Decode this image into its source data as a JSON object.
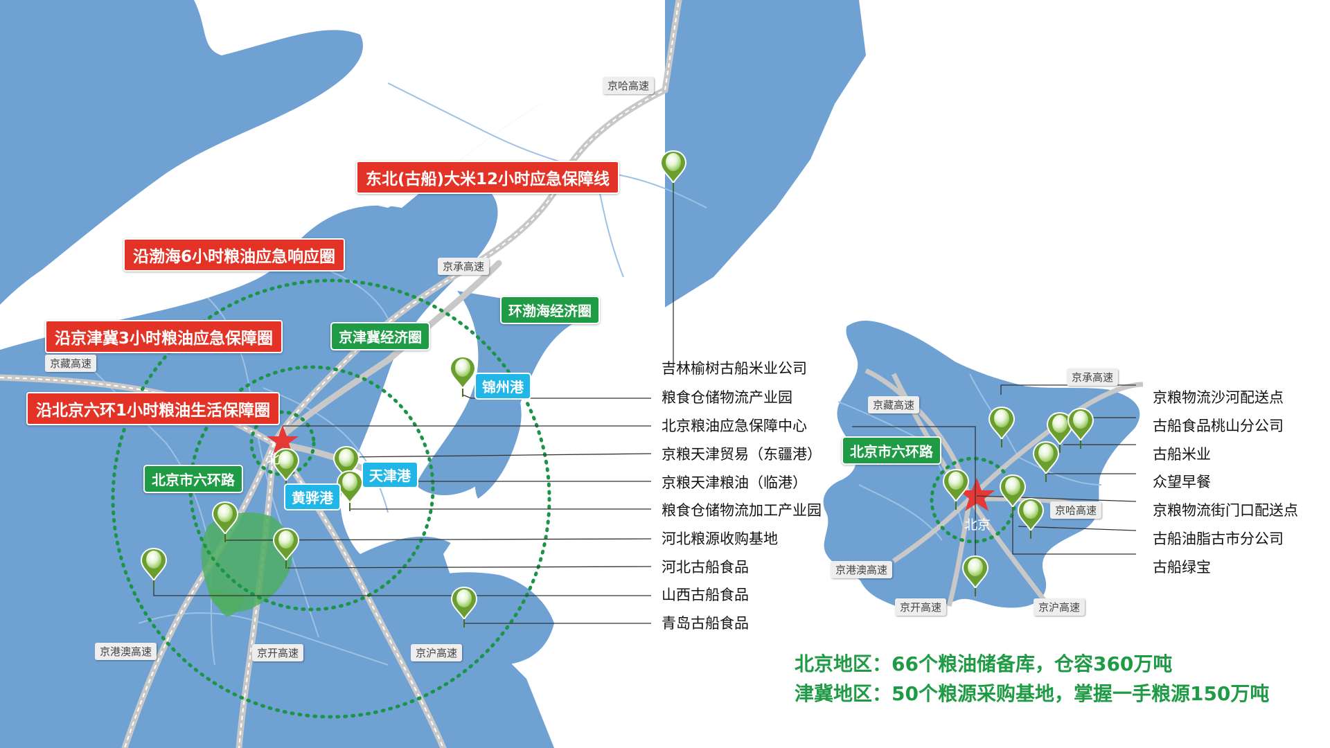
{
  "zones": {
    "northeast_line": "东北(古船)大米12小时应急保障线",
    "bohai_6h": "沿渤海6小时粮油应急响应圈",
    "jjj_3h": "沿京津冀3小时粮油应急保障圈",
    "beijing_1h": "沿北京六环1小时粮油生活保障圈"
  },
  "economic_circles": {
    "bohai": "环渤海经济圈",
    "jingjinji": "京津冀经济圈",
    "ring_road_main": "北京市六环路",
    "ring_road_inset": "北京市六环路"
  },
  "ports": {
    "jinzhou": "锦州港",
    "tianjin": "天津港",
    "huanghua": "黄骅港"
  },
  "cities": {
    "beijing_main": "北",
    "beijing_inset": "北京"
  },
  "highways": {
    "jingha": "京哈高速",
    "jingcheng": "京承高速",
    "jingzang": "京藏高速",
    "jinggangao": "京港澳高速",
    "jingkai": "京开高速",
    "jinghu": "京沪高速",
    "inset_jingcheng": "京承高速",
    "inset_jingzang": "京藏高速",
    "inset_jingha": "京哈高速",
    "inset_jinggangao": "京港澳高速",
    "inset_jingkai": "京开高速",
    "inset_jinghu": "京沪高速"
  },
  "facilities": [
    "吉林榆树古船米业公司",
    "粮食仓储物流产业园",
    "北京粮油应急保障中心",
    "京粮天津贸易（东疆港）",
    "京粮天津粮油（临港）",
    "粮食仓储物流加工产业园",
    "河北粮源收购基地",
    "河北古船食品",
    "山西古船食品",
    "青岛古船食品"
  ],
  "inset_facilities": [
    "京粮物流沙河配送点",
    "古船食品桃山分公司",
    "古船米业",
    "众望早餐",
    "京粮物流街门口配送点",
    "古船油脂古市分公司",
    "古船绿宝"
  ],
  "summary": {
    "beijing": "北京地区：66个粮油储备库，仓容360万吨",
    "jinji": "津冀地区：50个粮源采购基地，掌握一手粮源150万吨"
  },
  "colors": {
    "land": "#6fa1d3",
    "sea": "#ffffff",
    "border": "#9cc1e4",
    "circle": "#1c9446",
    "red_label": "#e23326",
    "green_label": "#1f9a45",
    "port_label": "#21b6e8",
    "pin": "#7cb342",
    "star": "#e53935"
  }
}
